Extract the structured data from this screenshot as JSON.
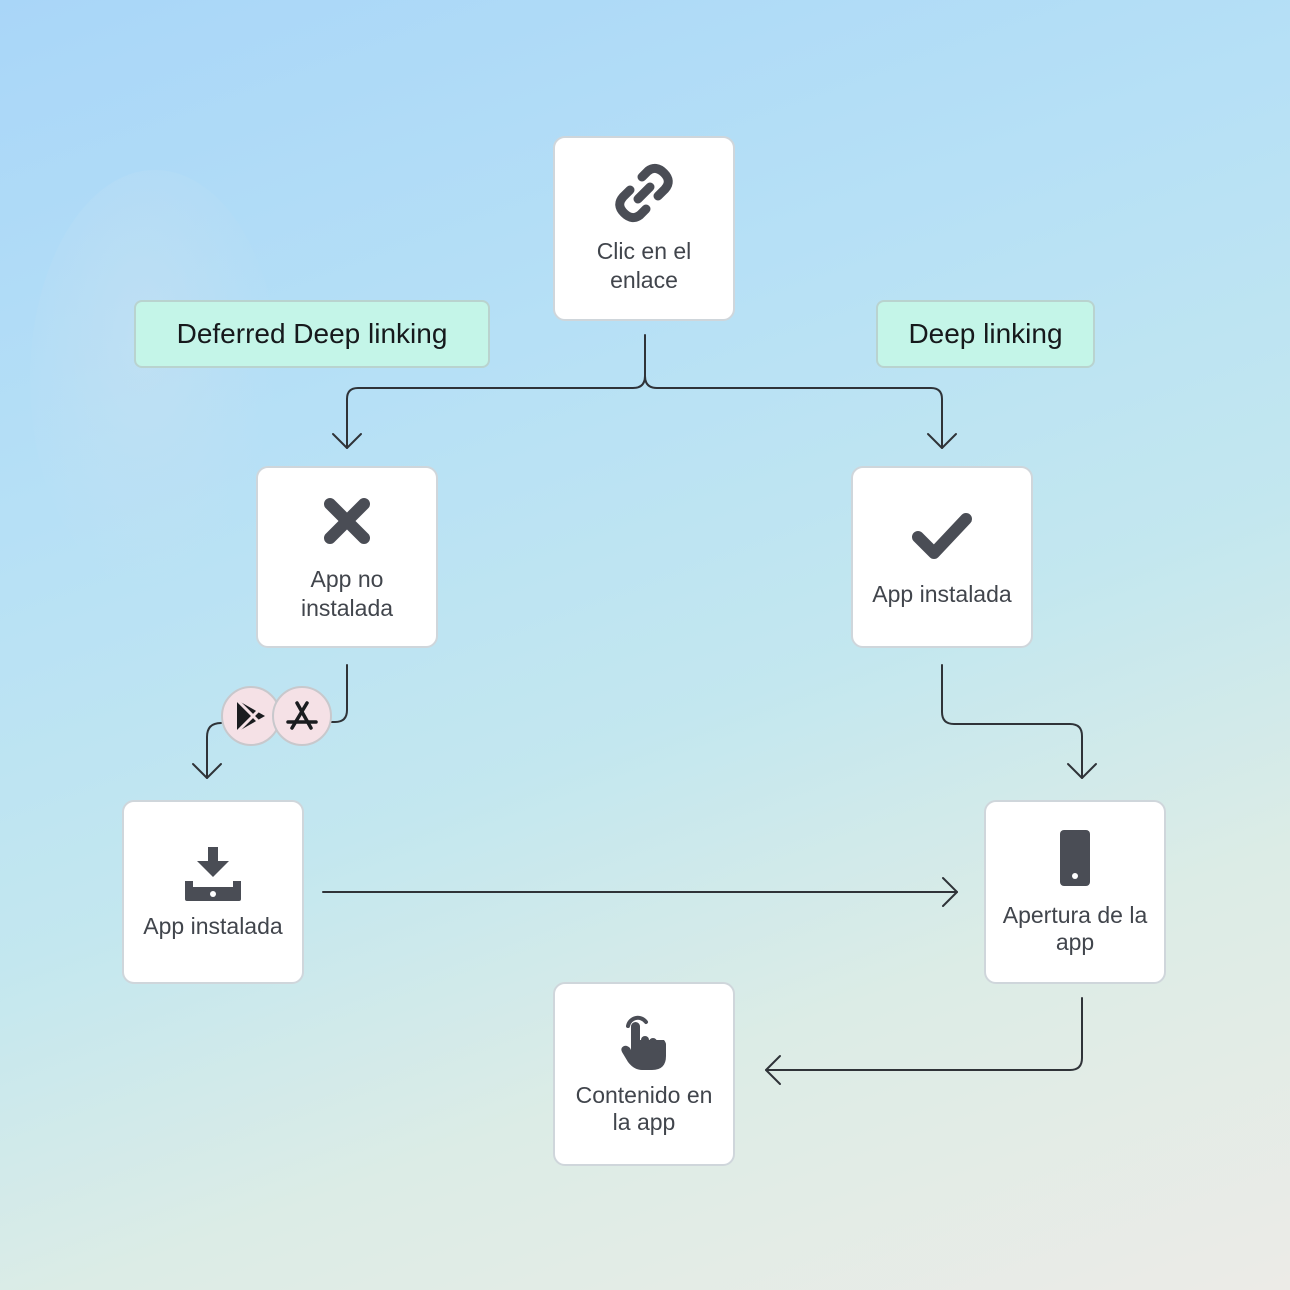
{
  "tags": {
    "deferred": "Deferred Deep linking",
    "deep": "Deep linking"
  },
  "nodes": {
    "click": {
      "label": "Clic en el enlace",
      "icon": "link-icon"
    },
    "not_installed": {
      "label": "App no instalada",
      "icon": "close-x-icon"
    },
    "installed_right": {
      "label": "App instalada",
      "icon": "checkmark-icon"
    },
    "installed_left": {
      "label": "App instalada",
      "icon": "download-icon"
    },
    "open_app": {
      "label": "Apertura de la app",
      "icon": "smartphone-icon"
    },
    "content": {
      "label": "Contenido en la app",
      "icon": "tap-hand-icon"
    }
  },
  "stores": [
    "google-play-icon",
    "app-store-icon"
  ],
  "colors": {
    "icon": "#4a4d55",
    "tag_bg": "#c4f5e8",
    "line": "#2f3338",
    "store_bg": "#f5e1e6"
  }
}
